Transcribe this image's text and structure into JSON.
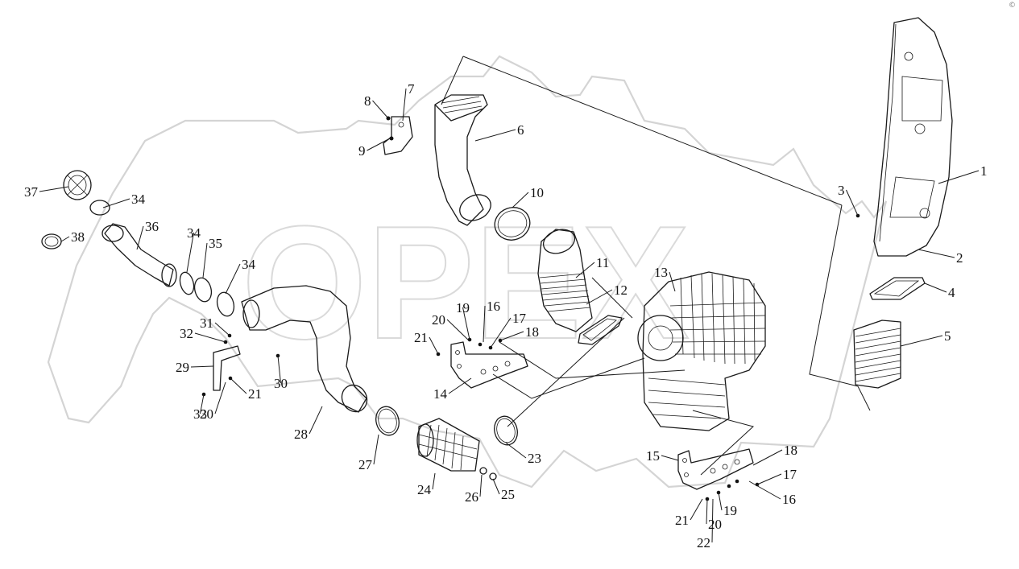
{
  "figure": {
    "watermark_text": "OPEX",
    "corner_mark": "©",
    "part_numbers": [
      "1",
      "2",
      "3",
      "4",
      "5",
      "6",
      "7",
      "8",
      "9",
      "10",
      "11",
      "12",
      "13",
      "14",
      "15",
      "16",
      "17",
      "18",
      "19",
      "20",
      "21",
      "22",
      "23",
      "24",
      "25",
      "26",
      "27",
      "28",
      "29",
      "30",
      "31",
      "32",
      "33",
      "34",
      "35",
      "36",
      "37",
      "38"
    ],
    "callouts": [
      {
        "n": "1"
      },
      {
        "n": "2"
      },
      {
        "n": "3"
      },
      {
        "n": "4"
      },
      {
        "n": "5"
      },
      {
        "n": "6"
      },
      {
        "n": "7"
      },
      {
        "n": "8"
      },
      {
        "n": "9"
      },
      {
        "n": "10"
      },
      {
        "n": "11"
      },
      {
        "n": "12"
      },
      {
        "n": "13"
      },
      {
        "n": "14"
      },
      {
        "n": "15"
      },
      {
        "n": "16"
      },
      {
        "n": "16"
      },
      {
        "n": "17"
      },
      {
        "n": "17"
      },
      {
        "n": "18"
      },
      {
        "n": "18"
      },
      {
        "n": "19"
      },
      {
        "n": "19"
      },
      {
        "n": "20"
      },
      {
        "n": "20"
      },
      {
        "n": "20"
      },
      {
        "n": "21"
      },
      {
        "n": "21"
      },
      {
        "n": "21"
      },
      {
        "n": "22"
      },
      {
        "n": "23"
      },
      {
        "n": "24"
      },
      {
        "n": "25"
      },
      {
        "n": "26"
      },
      {
        "n": "27"
      },
      {
        "n": "28"
      },
      {
        "n": "29"
      },
      {
        "n": "30"
      },
      {
        "n": "31"
      },
      {
        "n": "32"
      },
      {
        "n": "33"
      },
      {
        "n": "34"
      },
      {
        "n": "34"
      },
      {
        "n": "34"
      },
      {
        "n": "35"
      },
      {
        "n": "36"
      },
      {
        "n": "37"
      },
      {
        "n": "38"
      }
    ]
  }
}
